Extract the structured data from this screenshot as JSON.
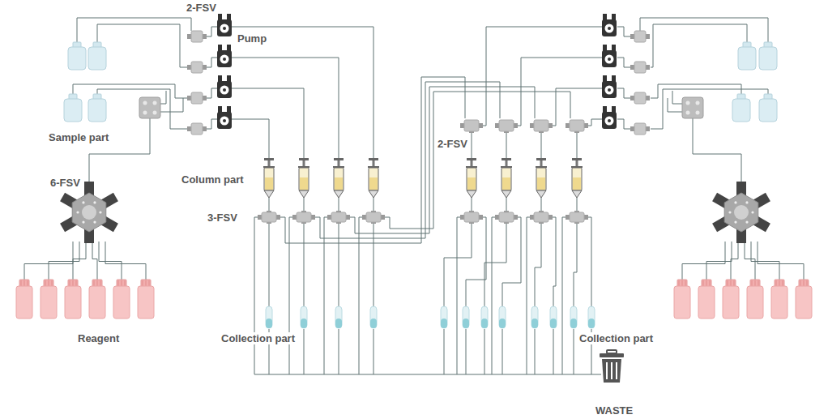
{
  "diagram": {
    "labels": [
      "2-FSV",
      "Pump",
      "Sample part",
      "6-FSV",
      "Column part",
      "3-FSV",
      "Reagent",
      "Collection part",
      "2-FSV",
      "Collection part",
      "WASTE"
    ]
  }
}
